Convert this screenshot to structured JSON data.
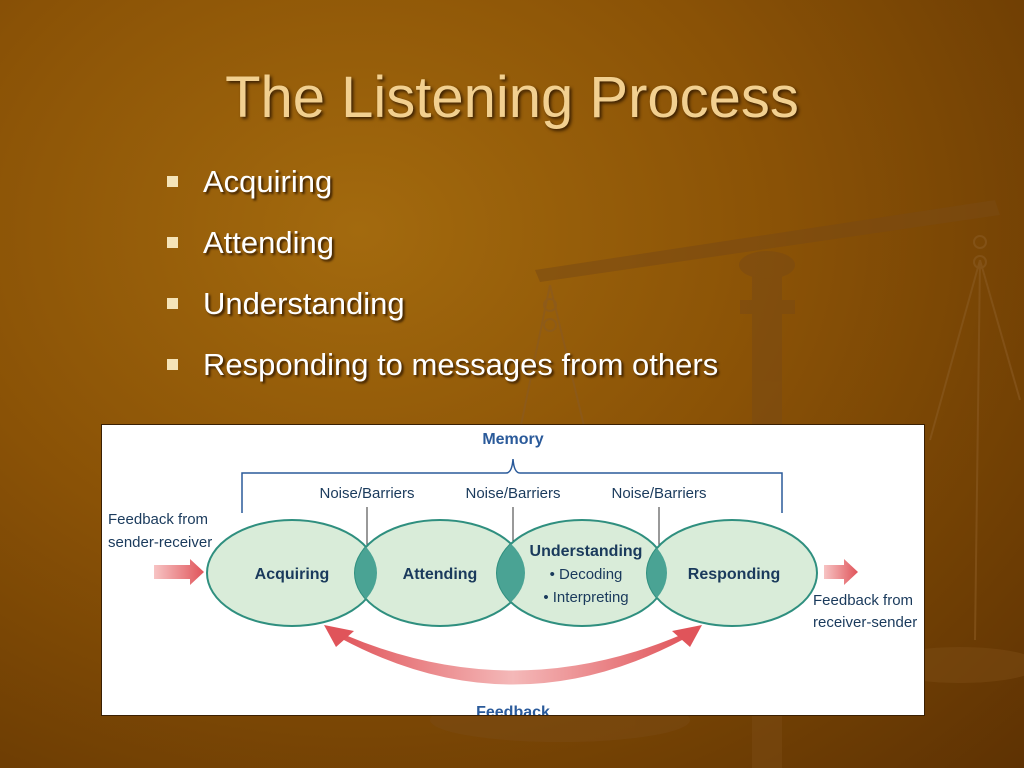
{
  "slide": {
    "title": "The Listening Process",
    "bullets": [
      "Acquiring",
      "Attending",
      "Understanding",
      "Responding to messages from others"
    ]
  },
  "diagram": {
    "memory_label": "Memory",
    "noise_labels": [
      "Noise/Barriers",
      "Noise/Barriers",
      "Noise/Barriers"
    ],
    "feedback_in": [
      "Feedback from",
      "sender-receiver"
    ],
    "feedback_out": [
      "Feedback from",
      "receiver-sender"
    ],
    "stages": {
      "acquiring": "Acquiring",
      "attending": "Attending",
      "understanding": "Understanding",
      "decoding": "• Decoding",
      "interpreting": "• Interpreting",
      "responding": "Responding"
    },
    "feedback_label": "Feedback",
    "colors": {
      "ellipse_fill": "#d9ecd9",
      "ellipse_stroke": "#2f8f7f",
      "overlap": "#4aa394",
      "text_dark": "#1a3a5c",
      "memory_blue": "#2a5a9a",
      "arrow_red": "#e0545a"
    }
  }
}
